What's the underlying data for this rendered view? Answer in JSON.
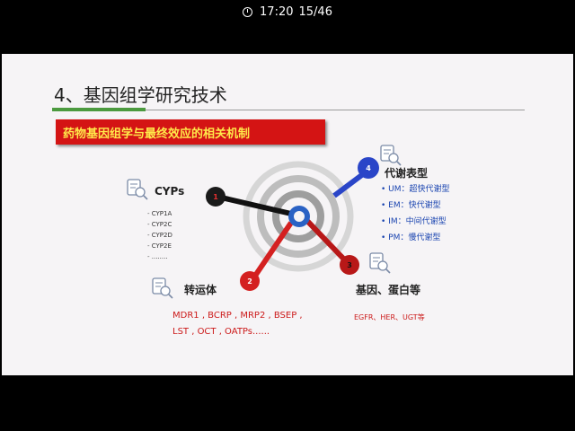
{
  "status_bar": {
    "time": "17:20",
    "page": "15/46"
  },
  "slide": {
    "title": "4、基因组学研究技术",
    "subtitle": "药物基因组学与最终效应的相关机制",
    "nodes": [
      {
        "number": "1",
        "color": "#1a1a1a",
        "label": "CYPs",
        "items": [
          "CYP1A",
          "CYP2C",
          "CYP2D",
          "CYP2E",
          "........"
        ]
      },
      {
        "number": "2",
        "color": "#d42020",
        "label": "转运体",
        "text_lines": [
          "MDR1 , BCRP , MRP2 , BSEP ,",
          "LST , OCT , OATPs......"
        ]
      },
      {
        "number": "3",
        "color": "#b81818",
        "label": "基因、蛋白等",
        "text": "EGFR、HER、UGT等"
      },
      {
        "number": "4",
        "color": "#2a45c8",
        "label": "代谢表型",
        "items": [
          "UM：超快代谢型",
          "EM：快代谢型",
          "IM：中间代谢型",
          "PM：慢代谢型"
        ]
      }
    ]
  }
}
